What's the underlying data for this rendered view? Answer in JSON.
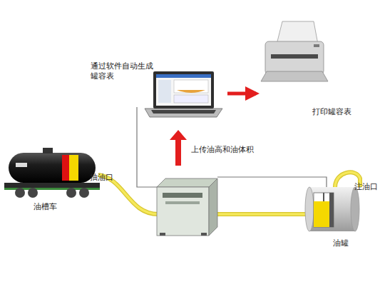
{
  "diagram": {
    "nodes": [
      {
        "text": [
          "通过软件自动生成罐容表"
        ]
      },
      {
        "text": [
          "打印罐容表"
        ]
      },
      {
        "text": [
          "油槽车"
        ]
      },
      {
        "text": [
          "油罐"
        ]
      }
    ],
    "edges": [
      {
        "from": 0,
        "to": 1,
        "arrow": "to"
      }
    ],
    "labels": [
      "上传油高和油体积",
      "抽油口",
      "注油口"
    ]
  }
}
